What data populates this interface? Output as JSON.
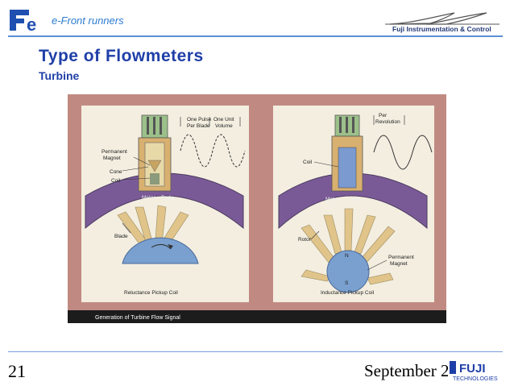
{
  "header": {
    "logo_mark": "Fe",
    "tagline": "e-Front runners",
    "partner": "Fuji Instrumentation & Control"
  },
  "slide": {
    "title": "Type of Flowmeters",
    "subtitle": "Turbine"
  },
  "figure": {
    "caption": "Generation of Turbine Flow Signal",
    "left_panel": {
      "title": "Reluctance Pickup Coil",
      "wave_label_1": [
        "One Pulse",
        "Per Blade"
      ],
      "wave_label_2": [
        "One Unit",
        "Volume"
      ],
      "labels": {
        "permanent": "Permanent",
        "magnet": "Magnet",
        "cone": "Cone",
        "coil": "Coil",
        "meter": "Meter",
        "body": "Body",
        "blade": "Blade"
      }
    },
    "right_panel": {
      "title": "Inductance Pickup Coil",
      "wave_label": [
        "Per",
        "Revolution"
      ],
      "labels": {
        "coil": "Coil",
        "meter": "Meter",
        "body": "Body",
        "rotor": "Rotor",
        "permanent": "Permanent",
        "magnet": "Magnet",
        "north": "N",
        "south": "S"
      }
    },
    "colors": {
      "frame": "#c08a82",
      "panel": "#f3eee0",
      "body_arc": "#7a5a96",
      "blade": "#e0c48a",
      "hub": "#7aa0d0",
      "housing_green": "#9cc08a",
      "housing_tan": "#d8b070",
      "caption_bar": "#1c1c1c"
    }
  },
  "footer": {
    "page_number": "21",
    "date": "September 2",
    "company_logo": "FUJI",
    "company_sub": "TECHNOLOGIES"
  }
}
